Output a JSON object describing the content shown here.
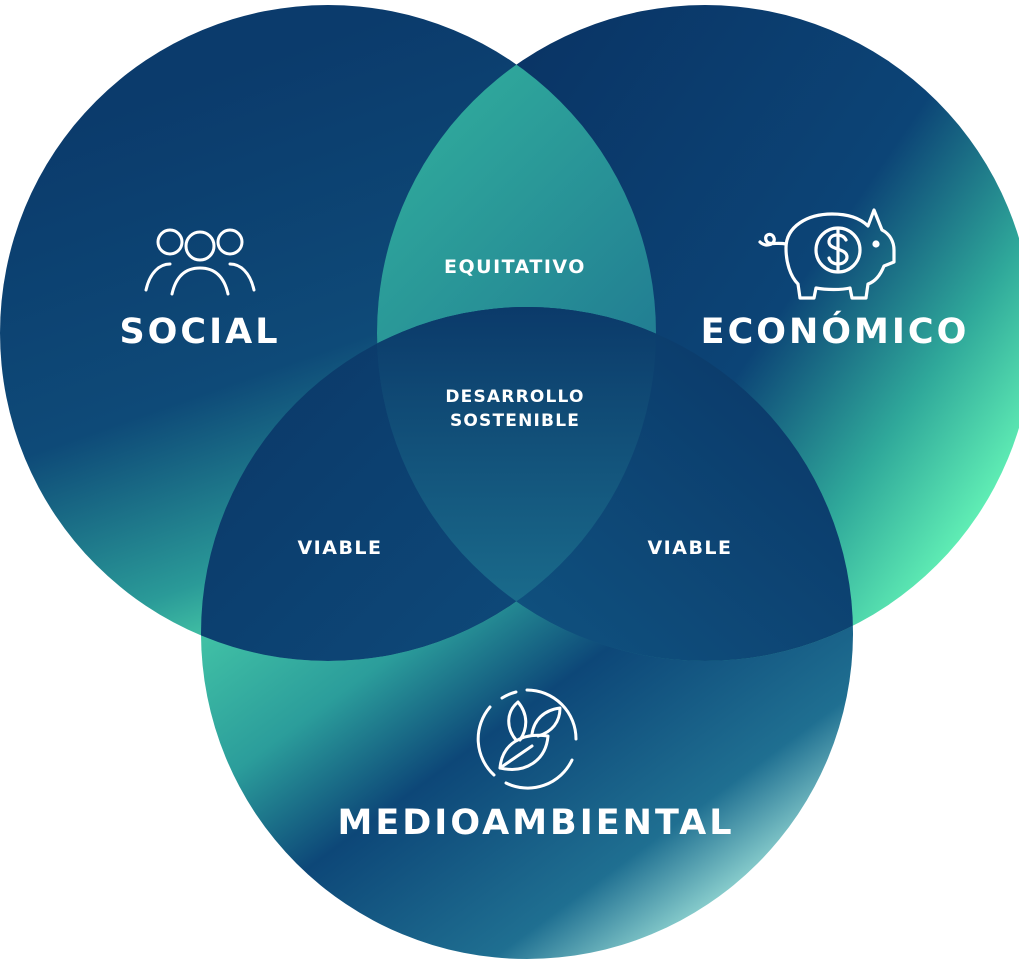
{
  "diagram": {
    "type": "venn-3",
    "colors": {
      "navy": "#0b3d6e",
      "deep_navy": "#0a2f5c",
      "mint": "#5ef0b4",
      "label": "#ffffff"
    },
    "circles": {
      "social": {
        "label": "SOCIAL",
        "icon": "people-group-icon"
      },
      "economic": {
        "label": "ECONÓMICO",
        "icon": "piggy-bank-dollar-icon"
      },
      "environmental": {
        "label": "MEDIOAMBIENTAL",
        "icon": "leaves-circle-icon"
      }
    },
    "intersections": {
      "social_economic": "EQUITATIVO",
      "social_environmental": "VIABLE",
      "economic_environmental": "VIABLE",
      "center_line1": "DESARROLLO",
      "center_line2": "SOSTENIBLE"
    }
  }
}
